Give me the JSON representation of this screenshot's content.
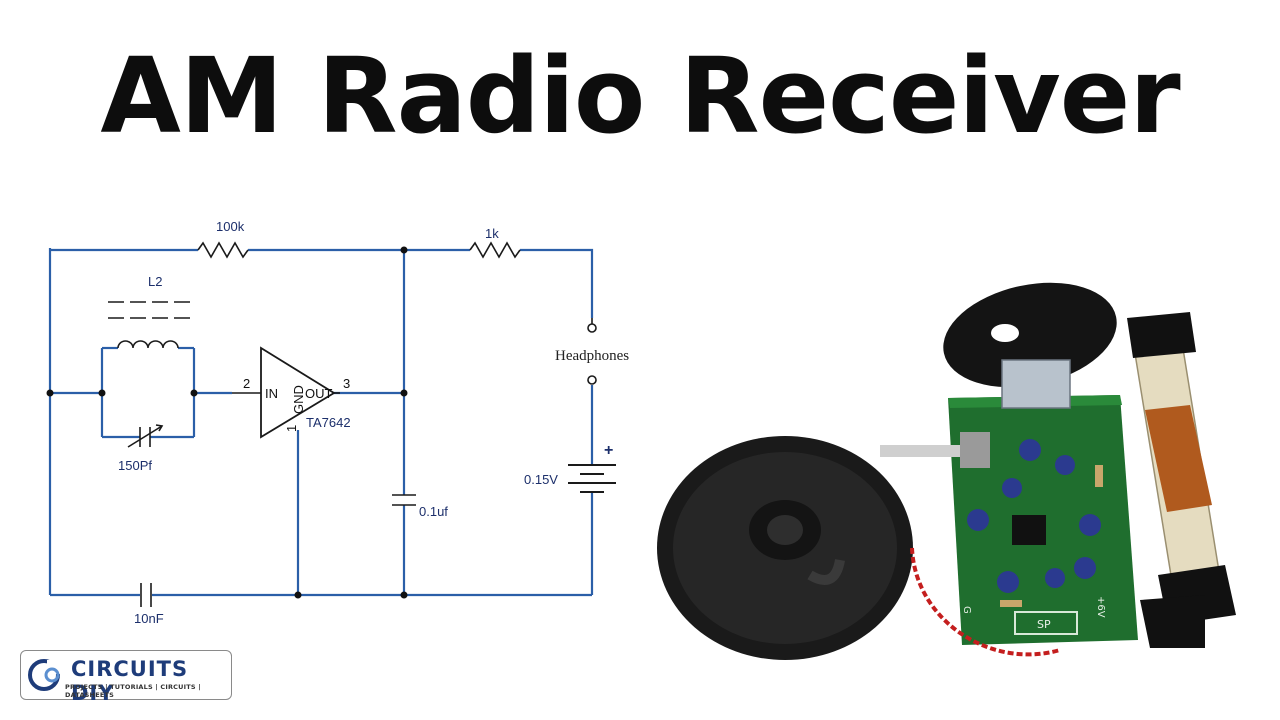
{
  "title": "AM Radio Receiver",
  "schematic": {
    "labels": {
      "r_feedback": "100k",
      "r_series": "1k",
      "inductor": "L2",
      "var_cap": "150Pf",
      "coupling_cap": "10nF",
      "decoupling_cap": "0.1uf",
      "battery": "0.15V",
      "battery_plus": "+",
      "headphones": "Headphones",
      "ic_name": "TA7642",
      "pin_in": "IN",
      "pin_out": "OUT",
      "pin_gnd": "GND",
      "pin_in_num": "2",
      "pin_out_num": "3",
      "pin_gnd_num": "1"
    },
    "colors": {
      "wire": "#2b5fa8",
      "label": "#1c2f6b"
    }
  },
  "photo": {
    "board_silkscreen_sp": "SP",
    "board_silkscreen_v": "+6V",
    "board_silkscreen_g": "G"
  },
  "logo": {
    "name": "CIRCUITS DIY",
    "tagline": "PROJECTS | TUTORIALS | CIRCUITS | DATASHEETS"
  }
}
